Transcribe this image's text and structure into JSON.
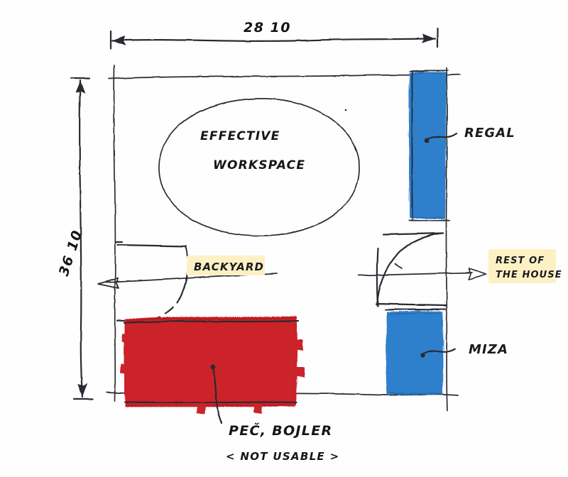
{
  "document": {
    "title": "Room layout sketch",
    "medium": "hand-drawn marker sketch on white paper"
  },
  "dimensions": {
    "width_label": "28 10",
    "height_label": "36 10"
  },
  "zones": {
    "workspace_line1": "EFFECTIVE",
    "workspace_line2": "WORKSPACE"
  },
  "callouts": {
    "regal": "REGAL",
    "miza": "MIZA",
    "backyard": "BACKYARD",
    "rest_of_house_line1": "REST OF",
    "rest_of_house_line2": "THE HOUSE"
  },
  "notes": {
    "boiler_line1": "PEČ, BOJLER",
    "boiler_line2": "< NOT USABLE >"
  },
  "colors": {
    "ink": "#2b2b30",
    "shelf_blue": "#2f80cc",
    "desk_blue": "#2f80cc",
    "stove_red": "#cc2029",
    "highlight_yellow": "#fdf1c4",
    "paper": "#fefefe"
  },
  "objects": [
    {
      "name": "regal-shelf",
      "color": "#2f80cc",
      "label": "REGAL"
    },
    {
      "name": "miza-desk",
      "color": "#2f80cc",
      "label": "MIZA"
    },
    {
      "name": "stove-boiler",
      "color": "#cc2029",
      "label": "PEČ, BOJLER"
    }
  ]
}
